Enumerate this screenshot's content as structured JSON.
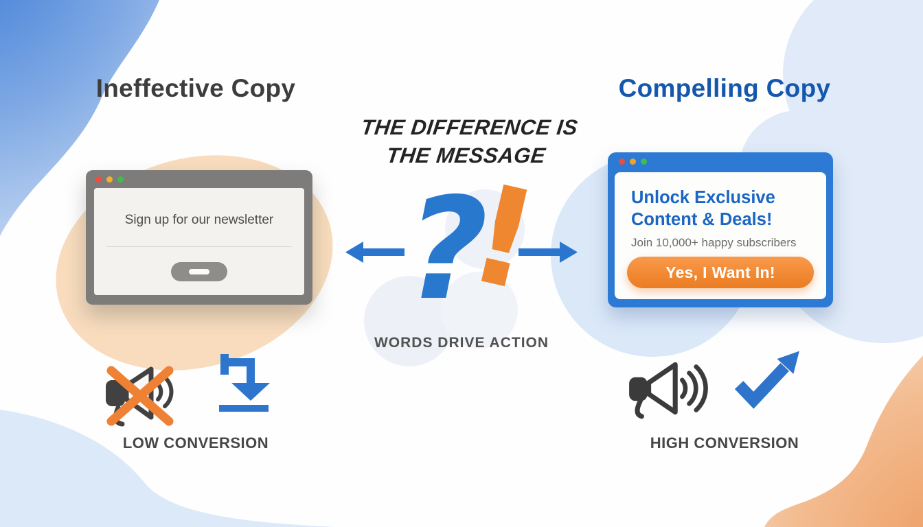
{
  "left": {
    "heading": "Ineffective Copy",
    "window": {
      "message": "Sign up for our newsletter"
    },
    "caption": "LOW CONVERSION"
  },
  "right": {
    "heading": "Compelling Copy",
    "window": {
      "headline": "Unlock Exclusive Content & Deals!",
      "subtext": "Join 10,000+ happy subscribers",
      "cta": "Yes, I Want In!"
    },
    "caption": "HIGH CONVERSION"
  },
  "center": {
    "tagline_line1": "THE DIFFERENCE IS",
    "tagline_line2": "THE MESSAGE",
    "question": "?",
    "exclamation": "!",
    "caption": "WORDS DRIVE ACTION"
  },
  "icons": {
    "left_trend": "down-step-arrow-icon",
    "left_speaker": "muted-megaphone-icon",
    "right_trend": "up-trend-arrow-icon",
    "right_speaker": "megaphone-icon"
  },
  "colors": {
    "blue_accent": "#2a76cf",
    "blue_heading_dark": "#1457ac",
    "blue_window_frame": "#2c7ad3",
    "blue_inner_heading": "#1a66c2",
    "orange_accent": "#ee8133",
    "orange_button_top": "#f89a4b",
    "orange_button_bottom": "#eb7c22",
    "gray_window_frame": "#7d7c7a",
    "dark_text": "#3d3d3d"
  }
}
